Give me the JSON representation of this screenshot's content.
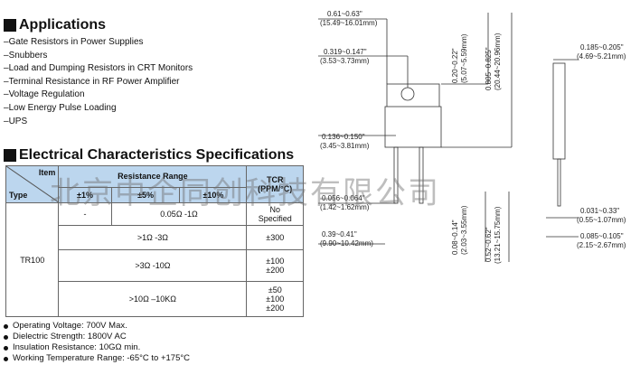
{
  "applications": {
    "title": "Applications",
    "items": [
      "Gate Resistors in Power Supplies",
      "Snubbers",
      "Load and Dumping Resistors in CRT Monitors",
      "Terminal Resistance in RF Power Amplifier",
      "Voltage Regulation",
      "Low Energy Pulse Loading",
      "UPS"
    ]
  },
  "electrical": {
    "title": "Electrical Characteristics Specifications",
    "header": {
      "item": "Item",
      "type": "Type",
      "resistance_range": "Resistance Range",
      "tol1": "±1%",
      "tol5": "±5%",
      "tol10": "±10%",
      "tcr": "TCR",
      "tcr_unit": "(PPM/°C)"
    },
    "type_value": "TR100",
    "rows": [
      {
        "tol1": "-",
        "range": "0.05Ω -1Ω",
        "tcr": [
          "No",
          "Specified"
        ]
      },
      {
        "range": ">1Ω -3Ω",
        "tcr": [
          "±300"
        ]
      },
      {
        "range": ">3Ω -10Ω",
        "tcr": [
          "±100",
          "±200"
        ]
      },
      {
        "range": ">10Ω –10KΩ",
        "tcr": [
          "±50",
          "±100",
          "±200"
        ]
      }
    ]
  },
  "notes": [
    "Operating Voltage: 700V Max.",
    "Dielectric Strength: 1800V AC",
    "Insulation Resistance: 10GΩ min.",
    "Working Temperature Range: -65°C to +175°C"
  ],
  "dimensions": {
    "top_width": "0.61~0.63\"",
    "top_width_mm": "(15.49~16.01mm)",
    "hole_pos": "0.319~0.147\"",
    "hole_pos_mm": "(3.53~3.73mm)",
    "tab_height": "0.20~0.22\"",
    "tab_height_mm": "(5.07~5.59mm)",
    "total_height": "0.805~0.825\"",
    "total_height_mm": "(20.44~20.96mm)",
    "lead_spacing": "0.136~0.150\"",
    "lead_spacing_mm": "(3.45~3.81mm)",
    "lead_width": "0.056~0.064\"",
    "lead_width_mm": "(1.42~1.62mm)",
    "body_width": "0.39~0.41\"",
    "body_width_mm": "(9.90~10.42mm)",
    "lead_short": "0.08~0.14\"",
    "lead_short_mm": "(2.03~3.55mm)",
    "lead_length": "0.52~0.62\"",
    "lead_length_mm": "(13.21~15.75mm)",
    "thickness": "0.185~0.205\"",
    "thickness_mm": "(4.69~5.21mm)",
    "lead_thick": "0.031~0.33\"",
    "lead_thick_mm": "(0.55~1.07mm)",
    "lead_offset": "0.085~0.105\"",
    "lead_offset_mm": "(2.15~2.67mm)"
  },
  "watermark": "北京中企同创科技有限公司"
}
